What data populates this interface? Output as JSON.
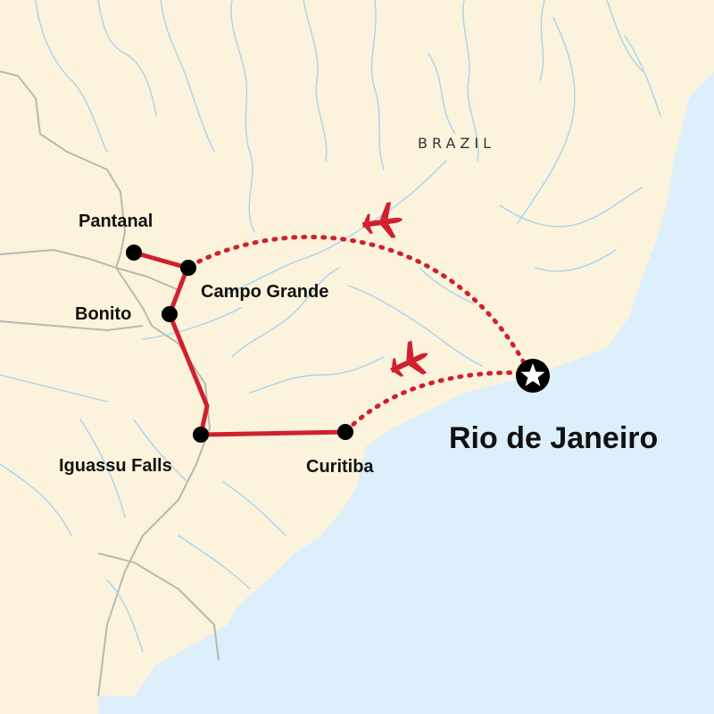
{
  "map": {
    "country_label": "BRAZIL",
    "colors": {
      "land": "#fbf3dc",
      "sea": "#dceffa",
      "rivers": "#a9d4ec",
      "borders": "#b9b8b0",
      "route": "#d0202e",
      "stop": "#000000"
    }
  },
  "stops": [
    {
      "id": "pantanal",
      "label": "Pantanal"
    },
    {
      "id": "campo-grande",
      "label": "Campo Grande"
    },
    {
      "id": "bonito",
      "label": "Bonito"
    },
    {
      "id": "iguassu-falls",
      "label": "Iguassu Falls"
    },
    {
      "id": "curitiba",
      "label": "Curitiba"
    }
  ],
  "start": {
    "id": "rio-de-janeiro",
    "label": "Rio de Janeiro",
    "icon": "star-icon"
  },
  "route": {
    "overland": [
      "pantanal",
      "campo-grande",
      "bonito",
      "iguassu-falls",
      "curitiba"
    ],
    "flights": [
      {
        "from": "rio-de-janeiro",
        "to": "campo-grande",
        "icon": "airplane-icon"
      },
      {
        "from": "curitiba",
        "to": "rio-de-janeiro",
        "icon": "airplane-icon"
      }
    ]
  }
}
